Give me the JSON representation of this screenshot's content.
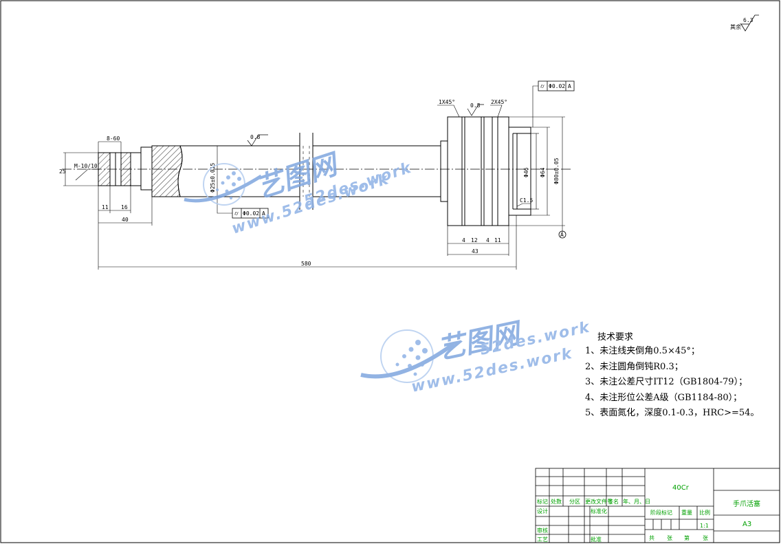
{
  "roughness": {
    "label": "其余",
    "value": "6.3"
  },
  "dimensions": {
    "left_end_width": "8-60",
    "thread_spec": "M-10/10",
    "height_25": "25",
    "len_11": "11",
    "len_16": "16",
    "len_40": "40",
    "total_length": "580",
    "shaft_dia": "Φ25±0.015",
    "rough_middle": "0.8",
    "rough_right": "0.8",
    "chamfer_left": "1X45°",
    "chamfer_right": "2X45°",
    "bore_dia": "Φ46",
    "flange_dia1": "Φ64",
    "flange_dia2": "Φ80±0.05",
    "fillet": "C1.5",
    "seg_4a": "4",
    "seg_12": "12",
    "seg_4b": "4",
    "seg_11": "11",
    "len_43": "43"
  },
  "tolerances": {
    "top": {
      "symbol": "⌭",
      "value": "Φ0.02",
      "datum": "A"
    },
    "bottom": {
      "symbol": "⌭",
      "value": "Φ0.02",
      "datum": "A"
    },
    "datum_label": "A"
  },
  "requirements": {
    "title": "技术要求",
    "items": [
      "1、未注线夹倒角0.5×45°；",
      "2、未注圆角倒钝R0.3；",
      "3、未注公差尺寸IT12（GB1804-79）；",
      "4、未注形位公差A级（GB1184-80）；",
      "5、表面氮化，深度0.1-0.3，HRC>=54。"
    ]
  },
  "title_block": {
    "material": "40Cr",
    "part_name": "手爪活塞",
    "drawing_no": "A3",
    "scale": "1:1",
    "row_labels": [
      "标记",
      "处数",
      "分区",
      "更改文件号",
      "签名",
      "年、月、日"
    ],
    "designer": "设计",
    "standardize": "标准化",
    "stage_mark": "阶段标记",
    "weight": "重量",
    "ratio": "比例",
    "review": "审核",
    "process": "工艺",
    "approve": "批准",
    "total": "共",
    "sheet_word": "张",
    "page": "第"
  },
  "watermark": {
    "brand_cn": "艺图网",
    "url_top": "52des.work",
    "url_bottom": "www.52des.work"
  }
}
